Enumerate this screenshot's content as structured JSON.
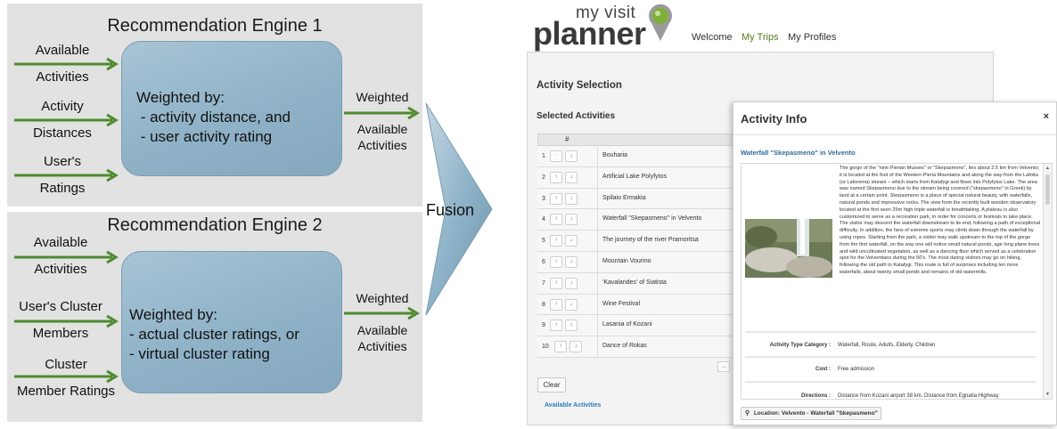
{
  "diagram": {
    "engine1": {
      "title": "Recommendation Engine 1",
      "inputs": [
        [
          "Available",
          "Activities"
        ],
        [
          "Activity",
          "Distances"
        ],
        [
          "User's",
          "Ratings"
        ]
      ],
      "weight_lines": [
        "Weighted by:",
        " - activity distance, and",
        " - user activity rating"
      ],
      "output": [
        "Weighted",
        "Available",
        "Activities"
      ]
    },
    "engine2": {
      "title": "Recommendation Engine 2",
      "inputs": [
        [
          "Available",
          "Activities"
        ],
        [
          "User's Cluster",
          "Members"
        ],
        [
          "Cluster",
          "Member Ratings"
        ]
      ],
      "weight_lines": [
        "Weighted by:",
        "- actual cluster ratings, or",
        "- virtual cluster rating"
      ],
      "output": [
        "Weighted",
        "Available",
        "Activities"
      ]
    },
    "fusion_label": "Fusion",
    "colors": {
      "arrow": "#4e8a2e",
      "box": "#93b5c9",
      "panel": "#e2e2e2",
      "fusion": "#8fb3c8"
    }
  },
  "app": {
    "logo_top": "my visit",
    "logo_main": "planner",
    "nav": [
      "Welcome",
      "My Trips",
      "My Profiles"
    ],
    "nav_active": "My Trips",
    "page_heading": "Activity Selection",
    "selected_heading": "Selected Activities",
    "table_header": "#",
    "up_glyph": "↑",
    "down_glyph": "↓",
    "activities": [
      "Bouharia",
      "Artificial Lake Polyfytos",
      "Spilaio Ermakia",
      "Waterfall \"Skepasmeno\" in Velvento",
      "The journey of the river Pramoritsa",
      "Mountain Vourino",
      "'Kavalarides' of Siatista",
      "Wine Festival",
      "Lasania of Kozani",
      "Dance of Rokas"
    ],
    "clear_label": "Clear",
    "available_label": "Available Activities",
    "modal": {
      "title": "Activity Info",
      "close": "×",
      "subtitle": "Waterfall \"Skepasmeno\" in Velvento",
      "description": "The gorge of the \"nine Pierian Musses\" or \"Skepasmeno\", lies about 2.5 km from Velvento; it is located at the foot of the Western Pieria Mountains and along the way from the Lafoita (or Laforema) stream – which starts from Katafygi and flows into Polyfytos Lake. The area was named Skepasmeno due to the stream being covered (\"skepasmeno\" in Greek) by land at a certain point. Skepasmeno is a place of special natural beauty, with waterfalls, natural ponds and impressive rocks. The view from the recently built wooden observatory located at the first seen 25m high triple waterfall is breathtaking. A plateau is also customized to serve as a recreation park, in order for concerts or festivals to take place. The visitor may descent the waterfall downstream to its end, following a path of exceptional difficulty. In addition, the fans of extreme sports may climb down through the waterfall by using ropes. Starting from the park, a visitor may walk upstream to the top of the gorge from the first waterfall, on the way one will notice small natural ponds, age long plane trees and wild uncultivated vegetation, as well as a dancing floor which served as a celebration spot for the Velventians during the 50's. The most daring visitors may go on hiking, following the old path to Katafygi. This route is full of surprises including ten more waterfalls, about twenty small ponds and remains of old watermills.",
      "attributes": [
        {
          "label": "Activity Type Category :",
          "value": "Waterfall, Route, Adults, Elderly, Children"
        },
        {
          "label": "Cost :",
          "value": "Free admission"
        },
        {
          "label": "Directions :",
          "value": "Distance from Kozani airport 38 km. Distance from Egnatia Highway"
        }
      ],
      "location_button": "Location: Velvento - Waterfall \"Skepasmeno\""
    }
  }
}
